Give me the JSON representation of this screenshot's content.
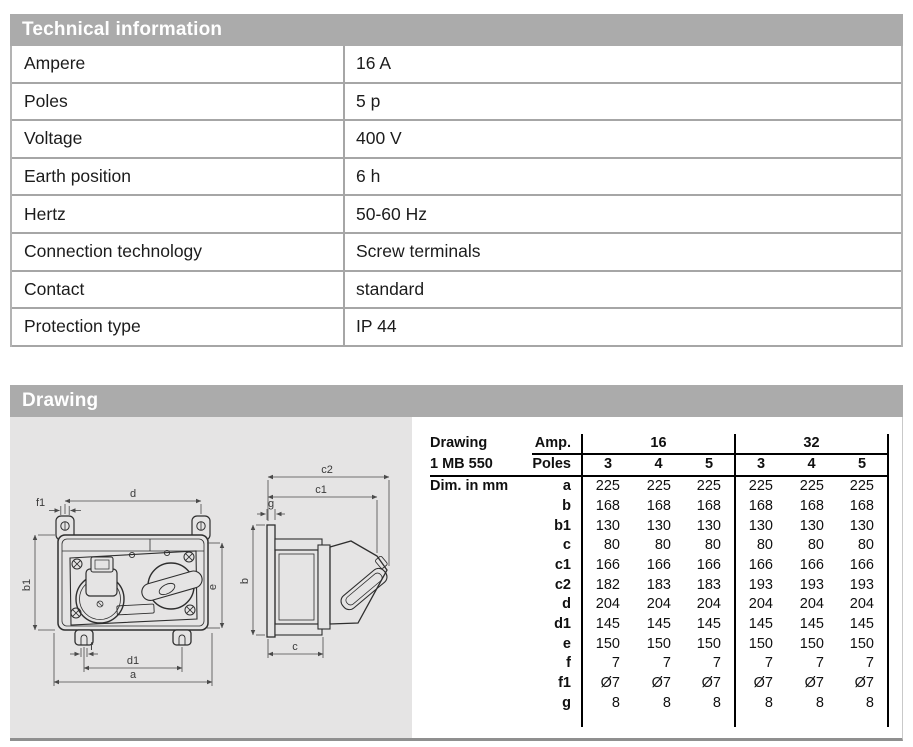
{
  "technical_information": {
    "title": "Technical information",
    "rows": [
      {
        "label": "Ampere",
        "value": "16 A"
      },
      {
        "label": "Poles",
        "value": "5 p"
      },
      {
        "label": "Voltage",
        "value": "400 V"
      },
      {
        "label": "Earth position",
        "value": "6 h"
      },
      {
        "label": "Hertz",
        "value": "50-60 Hz"
      },
      {
        "label": "Connection technology",
        "value": "Screw terminals"
      },
      {
        "label": "Contact",
        "value": "standard"
      },
      {
        "label": "Protection type",
        "value": "IP 44"
      }
    ]
  },
  "drawing": {
    "title": "Drawing",
    "dimension_labels": {
      "a": "a",
      "b": "b",
      "b1": "b1",
      "c": "c",
      "c1": "c1",
      "c2": "c2",
      "d": "d",
      "d1": "d1",
      "e": "e",
      "f": "f",
      "f1": "f1",
      "g": "g"
    },
    "dim_table": {
      "drawing_label": "Drawing",
      "drawing_number": "1 MB 550",
      "unit_label": "Dim. in mm",
      "amp_label": "Amp.",
      "poles_label": "Poles",
      "amp_groups": [
        {
          "amp": "16",
          "poles": [
            "3",
            "4",
            "5"
          ]
        },
        {
          "amp": "32",
          "poles": [
            "3",
            "4",
            "5"
          ]
        }
      ],
      "rows": [
        {
          "dim": "a",
          "values": [
            "225",
            "225",
            "225",
            "225",
            "225",
            "225"
          ]
        },
        {
          "dim": "b",
          "values": [
            "168",
            "168",
            "168",
            "168",
            "168",
            "168"
          ]
        },
        {
          "dim": "b1",
          "values": [
            "130",
            "130",
            "130",
            "130",
            "130",
            "130"
          ]
        },
        {
          "dim": "c",
          "values": [
            "80",
            "80",
            "80",
            "80",
            "80",
            "80"
          ]
        },
        {
          "dim": "c1",
          "values": [
            "166",
            "166",
            "166",
            "166",
            "166",
            "166"
          ]
        },
        {
          "dim": "c2",
          "values": [
            "182",
            "183",
            "183",
            "193",
            "193",
            "193"
          ]
        },
        {
          "dim": "d",
          "values": [
            "204",
            "204",
            "204",
            "204",
            "204",
            "204"
          ]
        },
        {
          "dim": "d1",
          "values": [
            "145",
            "145",
            "145",
            "145",
            "145",
            "145"
          ]
        },
        {
          "dim": "e",
          "values": [
            "150",
            "150",
            "150",
            "150",
            "150",
            "150"
          ]
        },
        {
          "dim": "f",
          "values": [
            "7",
            "7",
            "7",
            "7",
            "7",
            "7"
          ]
        },
        {
          "dim": "f1",
          "values": [
            "Ø7",
            "Ø7",
            "Ø7",
            "Ø7",
            "Ø7",
            "Ø7"
          ]
        },
        {
          "dim": "g",
          "values": [
            "8",
            "8",
            "8",
            "8",
            "8",
            "8"
          ]
        }
      ]
    }
  },
  "colors": {
    "section_header_bg": "#ababab",
    "section_header_text": "#ffffff",
    "table_separator": "#a6a6a6",
    "drawing_background": "#e5e4e4",
    "dim_table_line": "#000000",
    "body_text": "#1c1c1c"
  }
}
